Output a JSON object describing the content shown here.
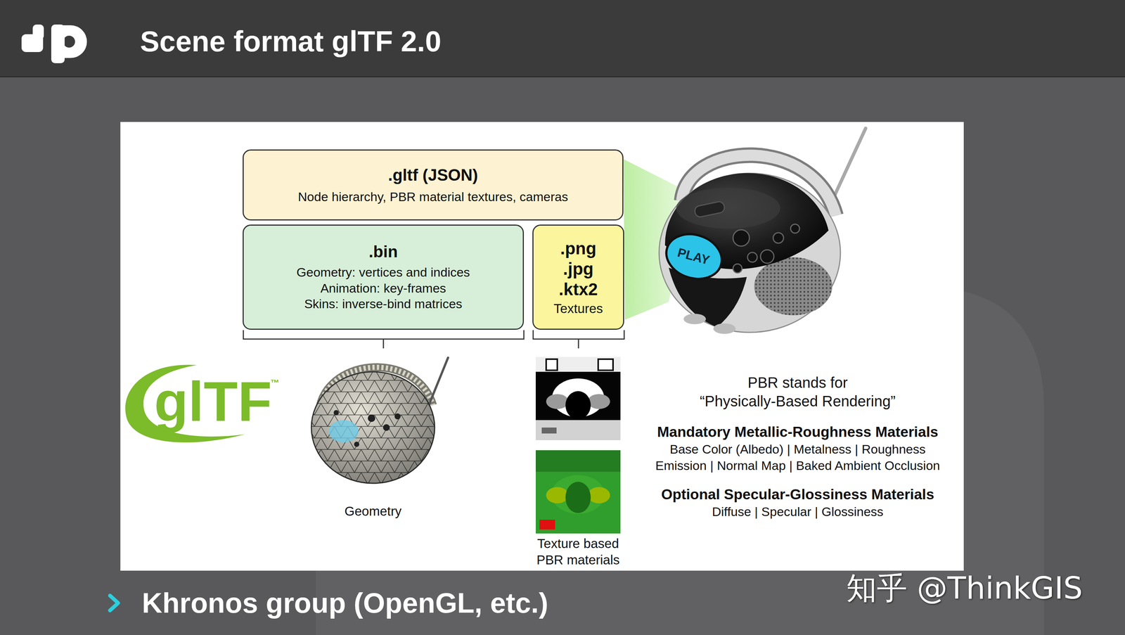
{
  "diagram": {
    "title": "Scene format glTF 2.0",
    "nodes": [
      {
        "text": [
          ".gltf (JSON)",
          "Node hierarchy, PBR material textures, cameras"
        ]
      },
      {
        "text": [
          ".bin",
          "Geometry: vertices and indices",
          "Animation: key-frames",
          "Skins: inverse-bind matrices"
        ]
      },
      {
        "text": [
          ".png",
          ".jpg",
          ".ktx2",
          "Textures"
        ]
      }
    ],
    "labels": [
      "PLAY",
      "glTF",
      "™",
      "Geometry",
      "Texture based PBR materials",
      "PBR stands for",
      "“Physically-Based Rendering”",
      "Mandatory Metallic-Roughness Materials",
      "Base Color (Albedo) | Metalness | Roughness",
      "Emission | Normal Map | Baked Ambient Occlusion",
      "Optional Specular-Glossiness Materials",
      "Diffuse | Specular | Glossiness",
      "Khronos group (OpenGL, etc.)",
      "知乎 @ThinkGIS"
    ]
  }
}
